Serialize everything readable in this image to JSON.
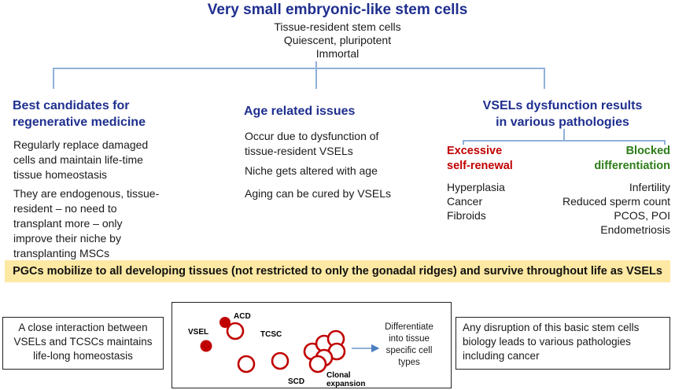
{
  "header": {
    "title": "Very small embryonic-like stem cells",
    "lines": [
      "Tissue-resident stem cells",
      "Quiescent, pluripotent",
      "Immortal"
    ]
  },
  "col1": {
    "heading": [
      "Best candidates for",
      "regenerative medicine"
    ],
    "paragraphs": [
      [
        "Regularly replace damaged",
        "cells and maintain life-time",
        "tissue homeostasis"
      ],
      [
        "They are endogenous, tissue-",
        "resident – no need to",
        "transplant more – only",
        "improve their niche by",
        "transplanting MSCs"
      ]
    ]
  },
  "col2": {
    "heading": "Age related issues",
    "paragraphs": [
      [
        "Occur due to dysfunction of",
        "tissue-resident VSELs"
      ],
      [
        "Niche gets altered with age"
      ],
      [
        "Aging can be cured by VSELs"
      ]
    ]
  },
  "col3": {
    "heading": [
      "VSELs dysfunction results",
      "in various pathologies"
    ],
    "left": {
      "heading": [
        "Excessive",
        "self-renewal"
      ],
      "items": [
        "Hyperplasia",
        "Cancer",
        "Fibroids"
      ]
    },
    "right": {
      "heading": [
        "Blocked",
        "differentiation"
      ],
      "items": [
        "Infertility",
        "Reduced sperm count",
        "PCOS, POI",
        "Endometriosis"
      ]
    }
  },
  "banner": "PGCs mobilize to all developing tissues (not restricted to only the gonadal ridges) and survive throughout life as VSELs",
  "left_box": [
    "A close interaction between",
    "VSELs and TCSCs maintains",
    "life-long homeostasis"
  ],
  "center_box": {
    "labels": {
      "vsel": "VSEL",
      "acd": "ACD",
      "tcsc": "TCSC",
      "scd": "SCD",
      "clonal": [
        "Clonal",
        "expansion"
      ]
    },
    "differentiate": [
      "Differentiate",
      "into tissue",
      "specific cell",
      "types"
    ]
  },
  "right_box": [
    "Any disruption of this basic stem cells",
    "biology leads to various pathologies",
    "including cancer"
  ],
  "colors": {
    "title_blue": "#1f2f8f",
    "connector_blue": "#8fb1d9",
    "red": "#c00000",
    "green": "#2e7d1a",
    "banner_yellow": "#fde9a3"
  }
}
